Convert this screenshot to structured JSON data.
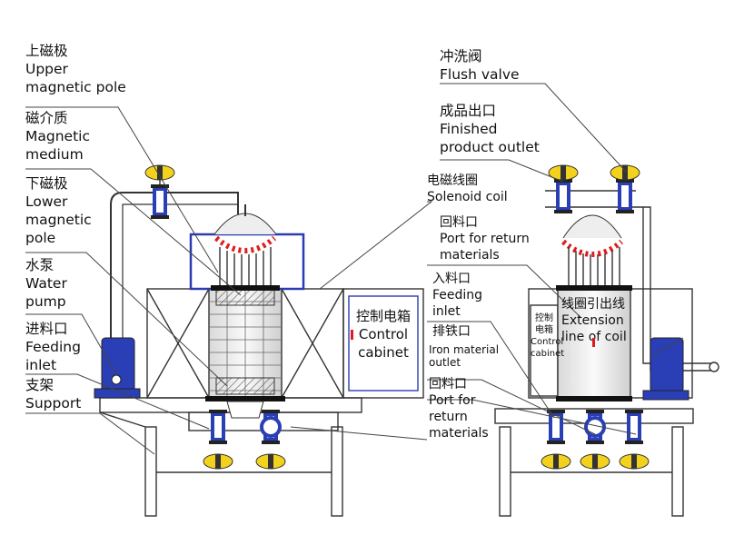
{
  "left_labels": {
    "upper_pole": "上磁极\nUpper\nmagnetic pole",
    "medium": "磁介质\nMagnetic\nmedium",
    "lower_pole": "下磁极\nLower\nmagnetic\npole",
    "water_pump": "水泵\nWater\npump",
    "feeding_inlet": "进料口\nFeeding\ninlet",
    "support": "支架\nSupport",
    "cabinet": "控制电箱\nControl\ncabinet"
  },
  "center_labels": {
    "solenoid": "电磁线圈\nSolenoid coil",
    "return_port_upper": "回料口\nPort for return\nmaterials",
    "feeding_inlet": "入料口\nFeeding\ninlet",
    "iron_outlet_cn": "排铁口",
    "iron_outlet_en": "Iron material\noutlet",
    "return_port_lower": "回料口\nPort for\nreturn\nmaterials"
  },
  "right_labels": {
    "flush_valve": "冲洗阀\nFlush valve",
    "finished_outlet": "成品出口\nFinished\nproduct outlet",
    "extension": "线圈引出线\nExtension\nline of coil",
    "cabinet_small": "控制\n电箱\nControl\ncabinet"
  },
  "colors": {
    "line": "#333333",
    "blue_frame": "#2b3bb0",
    "motor": "#2a3fb5",
    "valve_yellow": "#f2d21c",
    "red_mark": "#e01b1b"
  }
}
